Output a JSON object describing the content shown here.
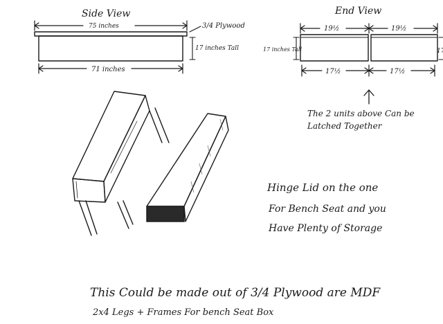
{
  "side_view": {
    "title": "Side View",
    "top_width": "75 inches",
    "material": "3/4 Plywood",
    "height": "17 inches Tall",
    "bottom_width": "71 inches"
  },
  "end_view": {
    "title": "End View",
    "top_left_width": "19½",
    "top_right_width": "19½",
    "left_height": "17 inches Tall",
    "right_height": "17",
    "bottom_left_width": "17½",
    "bottom_right_width": "17½",
    "note_line1": "The 2 units above Can be",
    "note_line2": "Latched Together"
  },
  "hinge_note": {
    "line1": "Hinge Lid on the one",
    "line2": "For Bench Seat and you",
    "line3": "Have Plenty of Storage"
  },
  "footer": {
    "line1": "This Could be made out of 3/4 Plywood are MDF",
    "line2": "2x4 Legs + Frames For bench Seat Box"
  }
}
